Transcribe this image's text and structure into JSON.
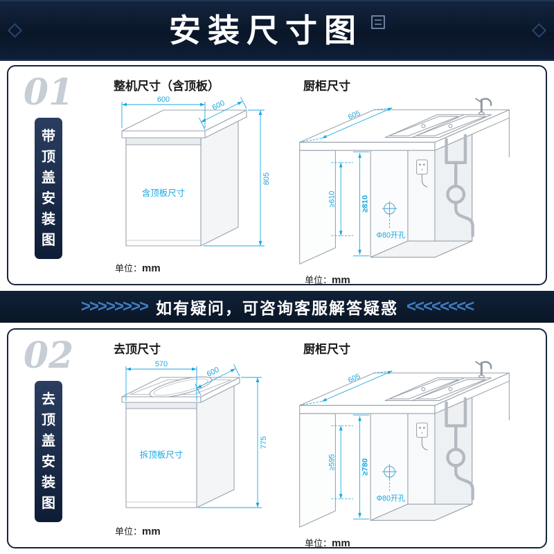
{
  "header": {
    "title": "安装尺寸图"
  },
  "divider": {
    "left": ">>>>>>>>",
    "text": "如有疑问，可咨询客服解答疑惑",
    "right": "<<<<<<<<"
  },
  "colors": {
    "accent_cyan": "#1aa7e0",
    "banner_navy": "#0a1628"
  },
  "sections": [
    {
      "number": "01",
      "side_label": "带顶盖安装图",
      "machine": {
        "title": "整机尺寸（含顶板）",
        "dim_width": "600",
        "dim_depth": "600",
        "dim_height": "805",
        "inner_label": "含顶板尺寸",
        "unit_prefix": "单位：",
        "unit_value": "mm"
      },
      "cabinet": {
        "title": "厨柜尺寸",
        "dim_depth": "605",
        "dim_clearance": "≥610",
        "dim_height": "≥810",
        "hole_label": "Φ80开孔",
        "unit_prefix": "单位：",
        "unit_value": "mm"
      }
    },
    {
      "number": "02",
      "side_label": "去顶盖安装图",
      "machine": {
        "title": "去顶尺寸",
        "dim_width": "570",
        "dim_depth": "600",
        "dim_height": "775",
        "inner_label": "拆顶板尺寸",
        "unit_prefix": "单位：",
        "unit_value": "mm"
      },
      "cabinet": {
        "title": "厨柜尺寸",
        "dim_depth": "605",
        "dim_clearance": "≥595",
        "dim_height": "≥780",
        "hole_label": "Φ80开孔",
        "unit_prefix": "单位：",
        "unit_value": "mm"
      }
    }
  ]
}
